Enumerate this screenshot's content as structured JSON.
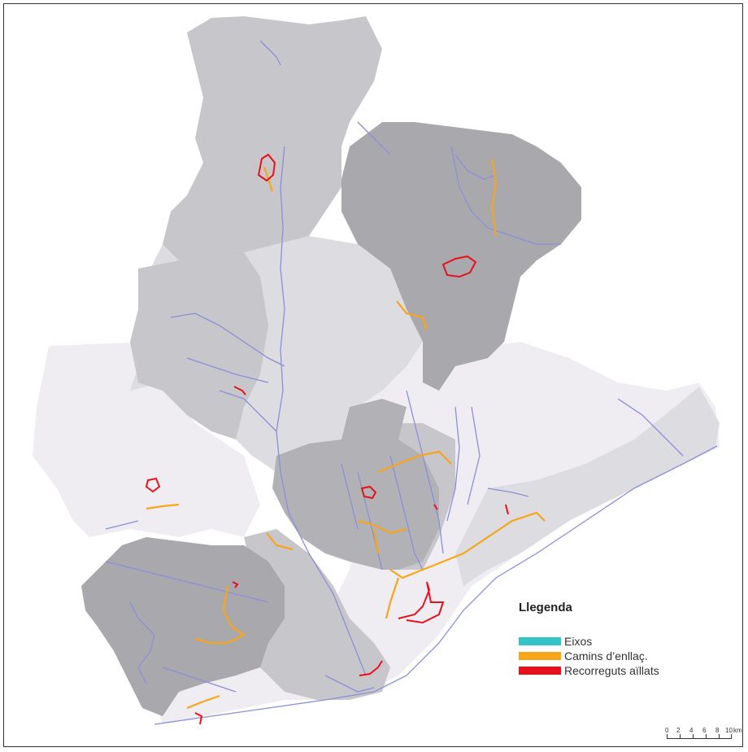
{
  "legend": {
    "title": "Llegenda",
    "items": [
      {
        "label": "Eixos",
        "color": "#33c4c8"
      },
      {
        "label": "Camins d’enllaç.",
        "color": "#f7a51b"
      },
      {
        "label": "Recorreguts aïllats",
        "color": "#e8101a"
      }
    ]
  },
  "scale_bar": {
    "ticks": [
      "0",
      "2",
      "4",
      "6",
      "8",
      "10"
    ],
    "unit": "km"
  },
  "colors": {
    "river": "#8b8fd8",
    "connector_path": "#f7a51b",
    "isolated_route": "#e8101a",
    "region_dark": "#a9a8ad",
    "region_mid": "#c7c6ca",
    "region_light": "#dddce0",
    "region_pale": "#efedf2"
  }
}
